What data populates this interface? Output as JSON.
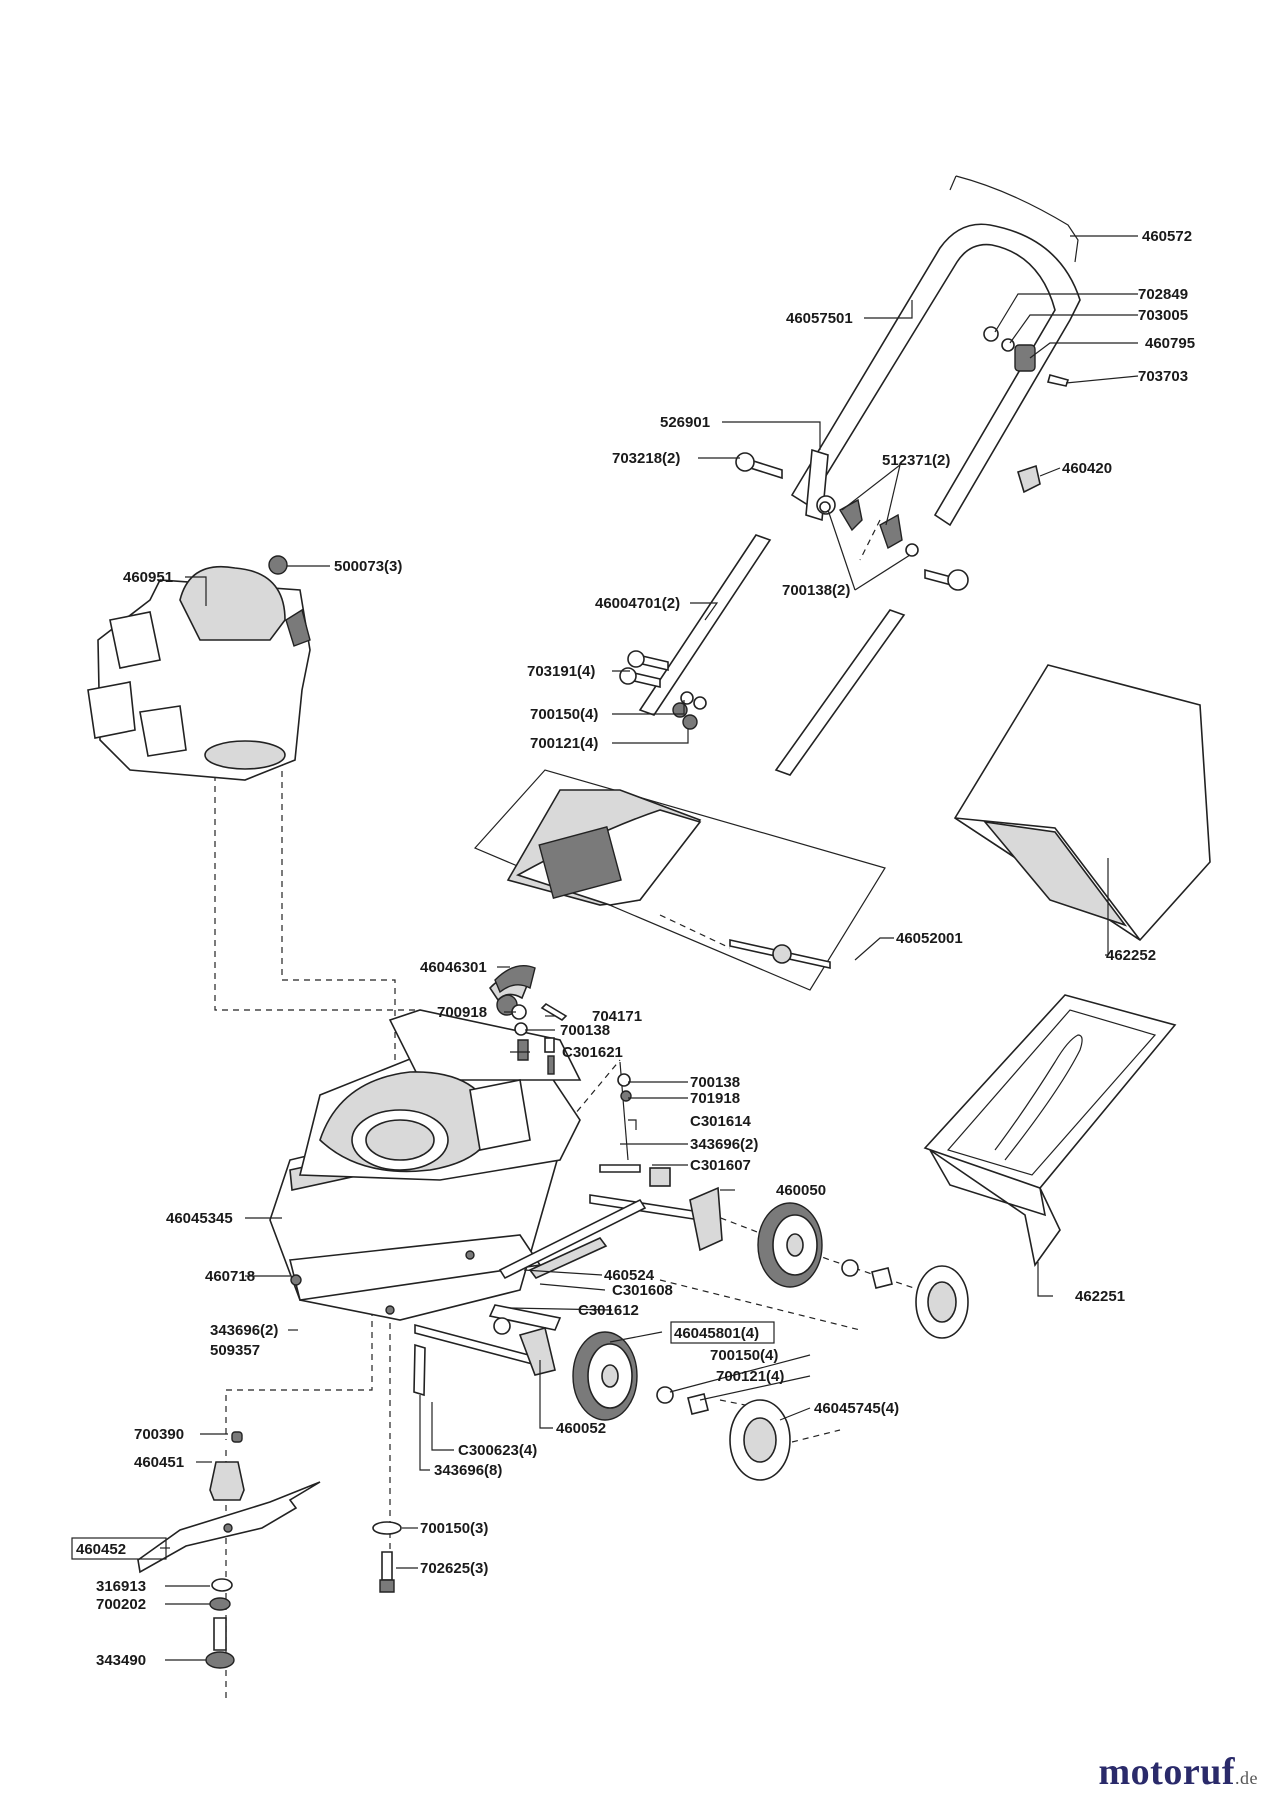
{
  "brand": {
    "name": "motoruf",
    "suffix": ".de"
  },
  "parts": [
    "460572",
    "702849",
    "703005",
    "460795",
    "703703",
    "46057501",
    "526901",
    "703218(2)",
    "512371(2)",
    "460420",
    "700138(2)",
    "460951",
    "500073(3)",
    "46004701(2)",
    "703191(4)",
    "700150(4)",
    "700121(4)",
    "46052001",
    "462252",
    "46046301",
    "700918",
    "704171",
    "700138",
    "C301621",
    "700138",
    "701918",
    "C301614",
    "343696(2)",
    "C301607",
    "460050",
    "46045345",
    "460718",
    "460524",
    "C301608",
    "C301612",
    "343696(2)",
    "509357",
    "46045801(4)",
    "700150(4)",
    "700121(4)",
    "462251",
    "460052",
    "46045745(4)",
    "C300623(4)",
    "343696(8)",
    "700390",
    "460451",
    "460452",
    "700150(3)",
    "702625(3)",
    "316913",
    "700202",
    "343490"
  ]
}
